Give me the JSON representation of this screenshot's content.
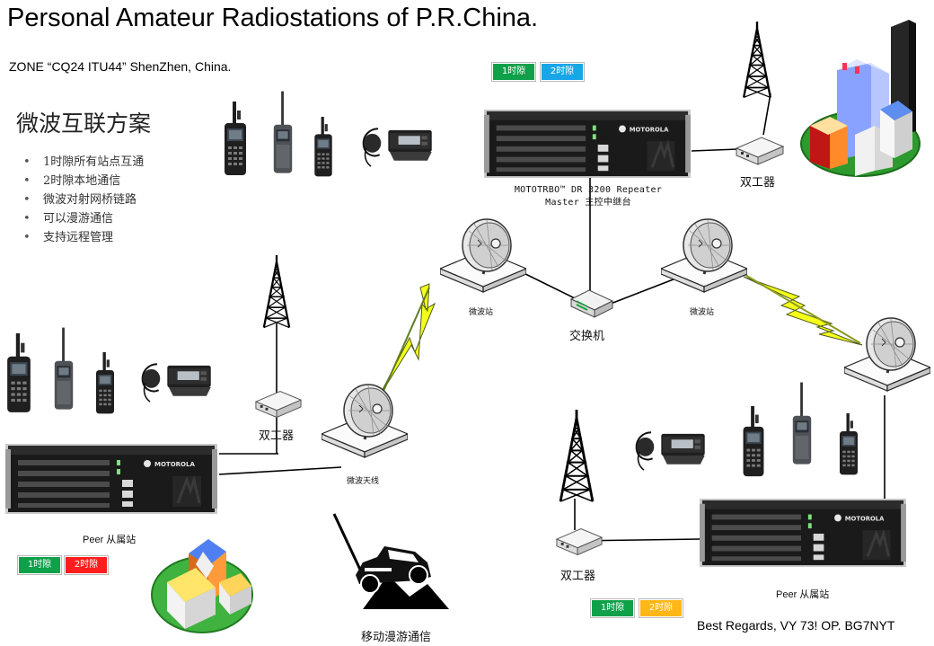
{
  "title": "Personal Amateur Radiostations of P.R.China.",
  "zone": "ZONE “CQ24 ITU44” ShenZhen, China.",
  "scheme": {
    "title": "微波互联方案",
    "features": [
      "1时隙所有站点互通",
      "2时隙本地通信",
      "微波对射网桥链路",
      "可以漫游通信",
      "支持远程管理"
    ]
  },
  "badges": {
    "master": [
      "1时隙",
      "2时隙"
    ],
    "peer_left": [
      "1时隙",
      "2时隙"
    ],
    "peer_right": [
      "1时隙",
      "2时隙"
    ]
  },
  "colors": {
    "slot1": "#0fa04a",
    "master_slot2": "#18a6e8",
    "left_slot2": "#ff1d1d",
    "right_slot2": "#ffb617",
    "bolt": "#f4ff1a"
  },
  "labels": {
    "master_line1": "MOTOTRBO™ DR 3200 Repeater",
    "master_line2": "Master 主控中继台",
    "duplexer": "双工器",
    "switch": "交换机",
    "microwave_station": "微波站",
    "microwave_antenna": "微波天线",
    "peer": "Peer 从属站",
    "mobile_roaming": "移动漫游通信",
    "repeater_brand": "MOTOROLA"
  },
  "regards": "Best Regards, VY 73! OP. BG7NYT",
  "icons": [
    "repeater-icon",
    "radio-tower-icon",
    "duplexer-icon",
    "microwave-dish-icon",
    "network-switch-icon",
    "handheld-radio-icon",
    "mobile-radio-icon",
    "city-buildings-icon",
    "off-road-vehicle-icon",
    "lightning-link-icon"
  ]
}
